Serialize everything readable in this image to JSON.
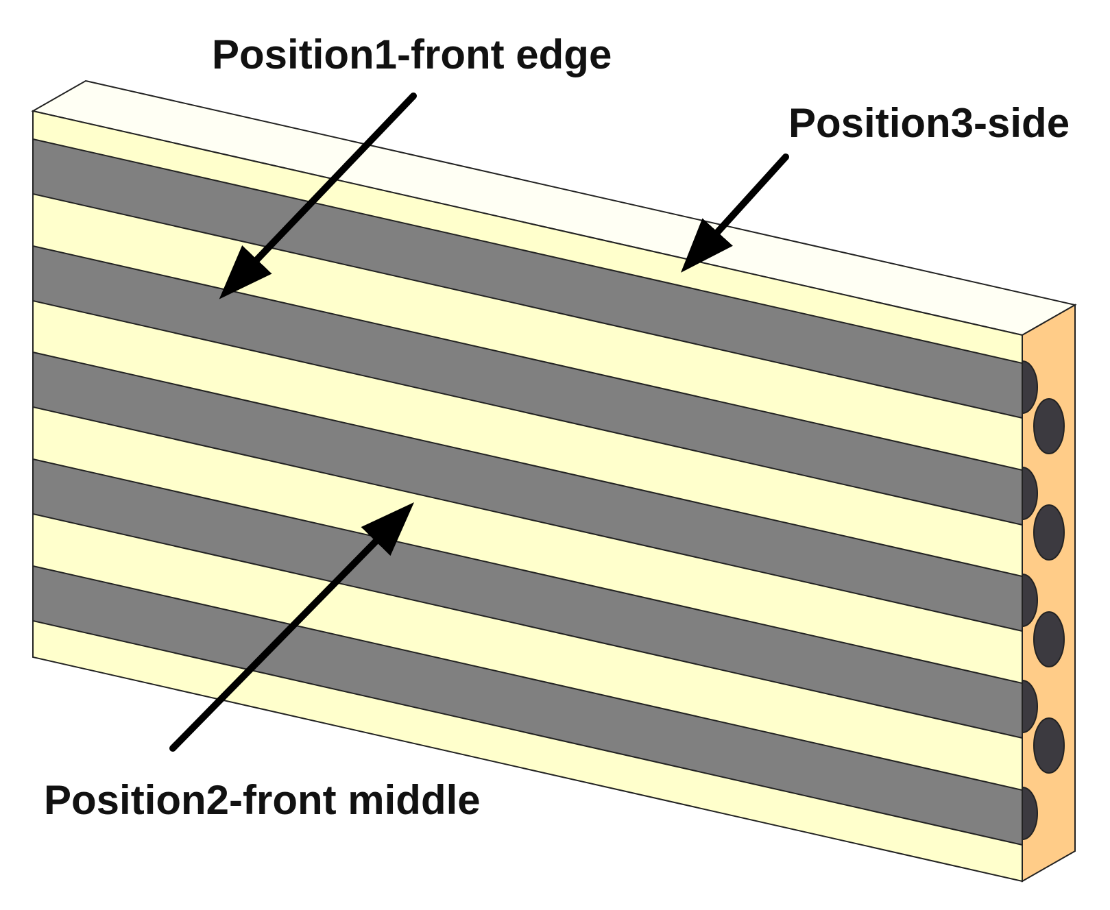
{
  "labels": {
    "position1": "Position1-front edge",
    "position2": "Position2-front middle",
    "position3": "Position3-side"
  },
  "colors": {
    "laminate_layer": "#ffffcc",
    "fiber_strip": "#808080",
    "top_face": "#fffff4",
    "side_face": "#ffcc88",
    "fiber_end": "#3c3a40",
    "outline": "#222222",
    "arrow": "#000000"
  },
  "icons": {
    "arrow": "arrow-icon"
  }
}
